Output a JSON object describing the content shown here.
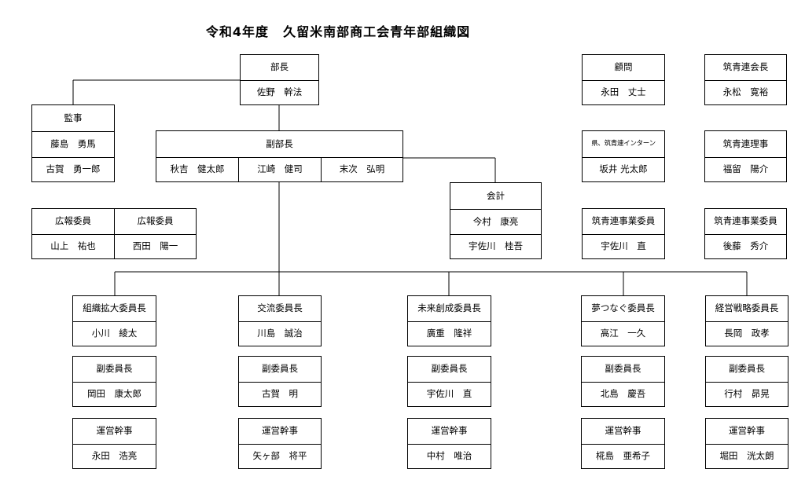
{
  "title": {
    "year": "令和4年度",
    "org": "久留米南部商工会青年部組織図"
  },
  "bucho": {
    "role": "部長",
    "name": "佐野　幹法"
  },
  "komon": {
    "role": "顧問",
    "name": "永田　丈士"
  },
  "chikusei_kaicho": {
    "role": "筑青連会長",
    "name": "永松　寛裕"
  },
  "kanji": {
    "role": "監事",
    "names": [
      "藤島　勇馬",
      "古賀　勇一郎"
    ]
  },
  "fukubucho": {
    "role": "副部長",
    "names": [
      "秋吉　健太郎",
      "江崎　健司",
      "末次　弘明"
    ]
  },
  "intern": {
    "role": "県、筑青連インターン",
    "name": "坂井 光太郎"
  },
  "chikusei_riji": {
    "role": "筑青連理事",
    "name": "福留　陽介"
  },
  "kaikei": {
    "role": "会計",
    "names": [
      "今村　康亮",
      "宇佐川　桂吾"
    ]
  },
  "koho": [
    {
      "role": "広報委員",
      "name": "山上　祐也"
    },
    {
      "role": "広報委員",
      "name": "西田　陽一"
    }
  ],
  "chikusei_jigyo": [
    {
      "role": "筑青連事業委員",
      "name": "宇佐川　直"
    },
    {
      "role": "筑青連事業委員",
      "name": "後藤　秀介"
    }
  ],
  "committees": [
    {
      "chair_role": "組織拡大委員長",
      "chair": "小川　綾太",
      "vice_role": "副委員長",
      "vice": "岡田　康太郎",
      "staff_role": "運営幹事",
      "staff": "永田　浩亮"
    },
    {
      "chair_role": "交流委員長",
      "chair": "川島　誠治",
      "vice_role": "副委員長",
      "vice": "古賀　明",
      "staff_role": "運営幹事",
      "staff": "矢ヶ部　将平"
    },
    {
      "chair_role": "未来創成委員長",
      "chair": "廣重　隆祥",
      "vice_role": "副委員長",
      "vice": "宇佐川　直",
      "staff_role": "運営幹事",
      "staff": "中村　唯治"
    },
    {
      "chair_role": "夢つなぐ委員長",
      "chair": "高江　一久",
      "vice_role": "副委員長",
      "vice": "北島　慶吾",
      "staff_role": "運営幹事",
      "staff": "椛島　亜希子"
    },
    {
      "chair_role": "経営戦略委員長",
      "chair": "長岡　政孝",
      "vice_role": "副委員長",
      "vice": "行村　昴晃",
      "staff_role": "運営幹事",
      "staff": "堀田　洸太朗"
    }
  ]
}
